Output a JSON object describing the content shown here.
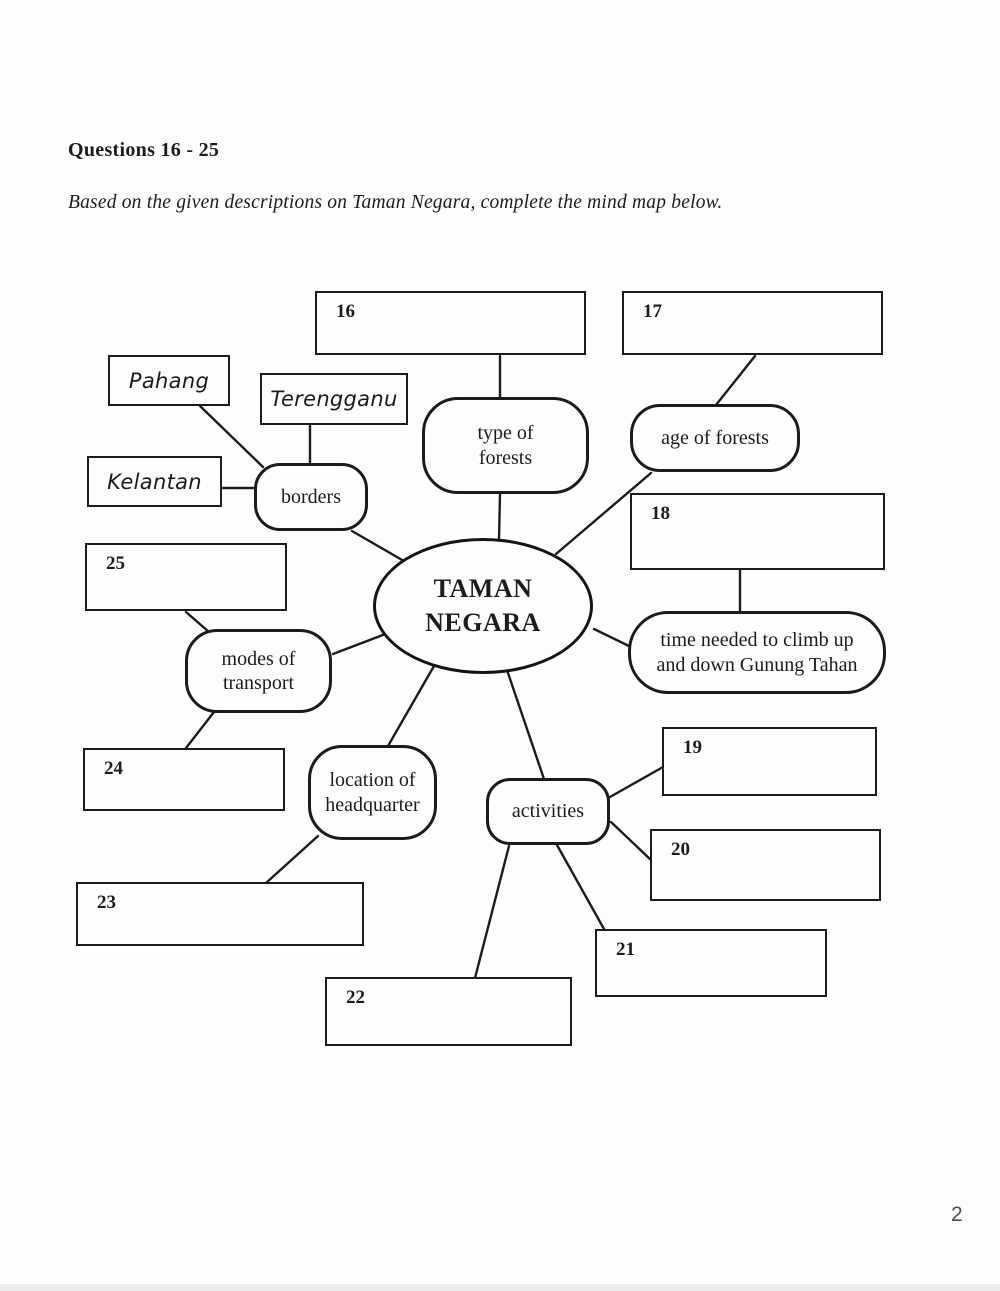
{
  "page": {
    "heading": "Questions 16 - 25",
    "instruction": "Based on the given descriptions on Taman Negara, complete the mind map below.",
    "page_number": "2"
  },
  "colors": {
    "ink": "#1c1c1c",
    "paper": "#fdfdfc",
    "page_number_gray": "#4f4f4f"
  },
  "mindmap": {
    "center": {
      "lines": [
        "TAMAN",
        "NEGARA"
      ]
    },
    "branch_nodes": {
      "type_of_forests": {
        "lines": [
          "type of",
          "forests"
        ]
      },
      "age_of_forests": {
        "lines": [
          "age of forests"
        ]
      },
      "time_gunung_tahan": {
        "lines": [
          "time needed to climb up",
          "and down Gunung Tahan"
        ]
      },
      "borders": {
        "lines": [
          "borders"
        ]
      },
      "modes_of_transport": {
        "lines": [
          "modes of",
          "transport"
        ]
      },
      "location_of_headquarter": {
        "lines": [
          "location of",
          "headquarter"
        ]
      },
      "activities": {
        "lines": [
          "activities"
        ]
      }
    },
    "state_labels": {
      "pahang": "Pahang",
      "terengganu": "Terengganu",
      "kelantan": "Kelantan"
    },
    "answer_boxes": {
      "q16": "16",
      "q17": "17",
      "q18": "18",
      "q19": "19",
      "q20": "20",
      "q21": "21",
      "q22": "22",
      "q23": "23",
      "q24": "24",
      "q25": "25"
    }
  }
}
